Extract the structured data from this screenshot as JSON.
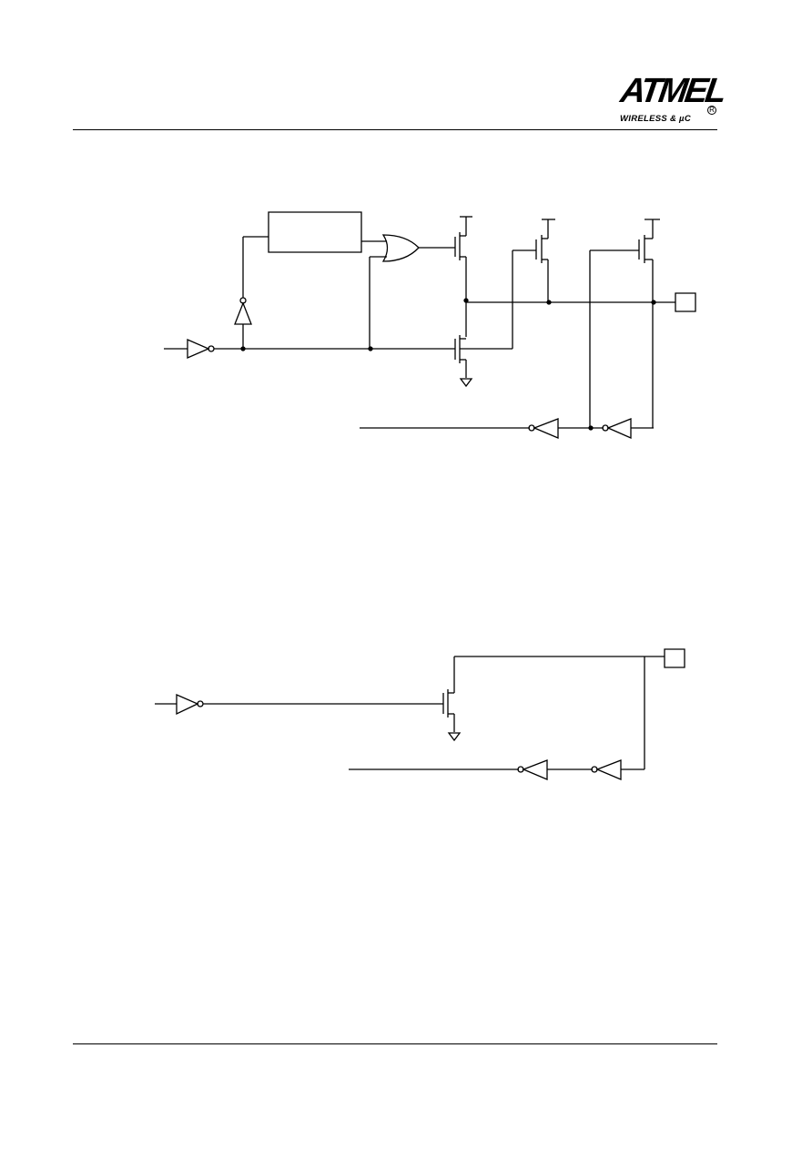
{
  "header": {
    "logo_text": "ATMEL",
    "logo_subtitle": "WIRELESS & µC",
    "logo_registered": "R"
  },
  "figures": [
    {
      "name": "bidirectional-port-pin-schematic"
    },
    {
      "name": "open-drain-port-pin-schematic"
    }
  ]
}
